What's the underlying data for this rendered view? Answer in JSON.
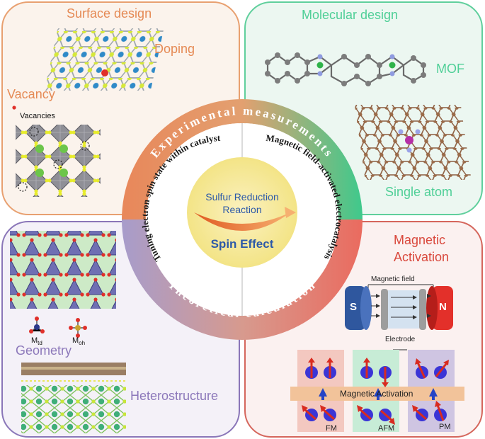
{
  "center": {
    "reaction_line1": "Sulfur Reduction",
    "reaction_line2": "Reaction",
    "spin_effect": "Spin Effect",
    "outer_top": "Experimental measurements",
    "outer_bottom": "Theoretical calculation",
    "inner_left": "Tuning electron spin state within catalyst",
    "inner_right": "Magnetic field-activated electrocatalysis"
  },
  "surface": {
    "title": "Surface design",
    "doping": "Doping",
    "vacancy": "Vacancy",
    "vacancies": "Vacancies"
  },
  "molecular": {
    "title": "Molecular design",
    "mof": "MOF",
    "single_atom": "Single atom"
  },
  "geometry": {
    "title": "Geometry",
    "heterostructure": "Heterostructure",
    "mtd": "Mtd",
    "moh": "Moh",
    "mtd_main": "M",
    "mtd_sub": "td",
    "moh_main": "M",
    "moh_sub": "oh"
  },
  "magnetic": {
    "title_line1": "Magnetic",
    "title_line2": "Activation",
    "field": "Magnetic field",
    "electrode": "Electrode",
    "south": "S",
    "north": "N",
    "bar": "Magnetic Activation",
    "fm": "FM",
    "afm": "AFM",
    "pm": "PM"
  },
  "colors": {
    "orange": "#e58a55",
    "green": "#4fcf97",
    "purple": "#8c78ba",
    "red": "#d9483c",
    "spin_blue": "#2c59a8",
    "inner_yellow": "#f6e99a"
  }
}
